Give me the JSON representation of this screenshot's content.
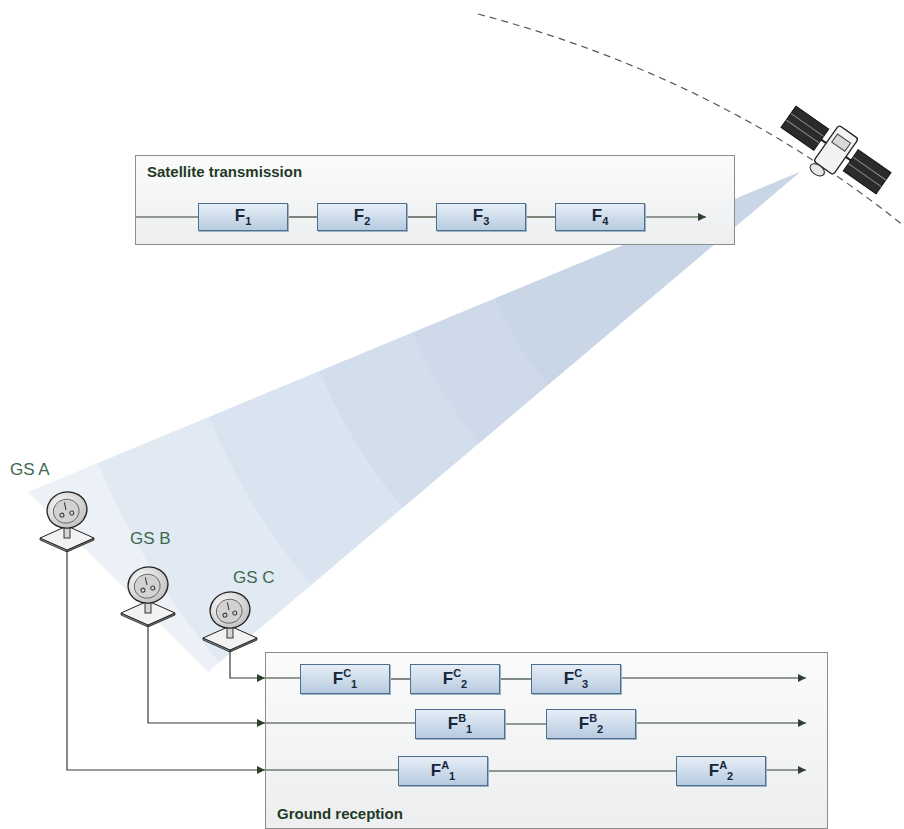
{
  "diagram": {
    "nodes": [
      {
        "text": [
          "Satellite transmission"
        ]
      },
      {
        "text": [
          "F1"
        ],
        "in": 0
      },
      {
        "text": [
          "F2"
        ],
        "in": 0
      },
      {
        "text": [
          "F3"
        ],
        "in": 0
      },
      {
        "text": [
          "F4"
        ],
        "in": 0
      },
      {
        "text": [
          "GS A"
        ]
      },
      {
        "text": [
          "GS B"
        ]
      },
      {
        "text": [
          "GS C"
        ]
      },
      {
        "text": [
          "Ground reception"
        ]
      },
      {
        "text": [
          "FC1"
        ],
        "in": 8
      },
      {
        "text": [
          "FC2"
        ],
        "in": 8
      },
      {
        "text": [
          "FC3"
        ],
        "in": 8
      },
      {
        "text": [
          "FB1"
        ],
        "in": 8
      },
      {
        "text": [
          "FB2"
        ],
        "in": 8
      },
      {
        "text": [
          "FA1"
        ],
        "in": 8
      },
      {
        "text": [
          "FA2"
        ],
        "in": 8
      }
    ],
    "edges": [
      {
        "from": 1,
        "to": 2,
        "arrow": "none"
      },
      {
        "from": 2,
        "to": 3,
        "arrow": "none"
      },
      {
        "from": 3,
        "to": 4,
        "arrow": "none"
      },
      {
        "from": 5,
        "to": 8,
        "arrow": "to"
      },
      {
        "from": 6,
        "to": 8,
        "arrow": "to"
      },
      {
        "from": 7,
        "to": 8,
        "arrow": "to"
      },
      {
        "from": 9,
        "to": 10,
        "arrow": "none"
      },
      {
        "from": 10,
        "to": 11,
        "arrow": "none"
      },
      {
        "from": 12,
        "to": 13,
        "arrow": "none"
      },
      {
        "from": 14,
        "to": 15,
        "arrow": "none"
      }
    ]
  }
}
